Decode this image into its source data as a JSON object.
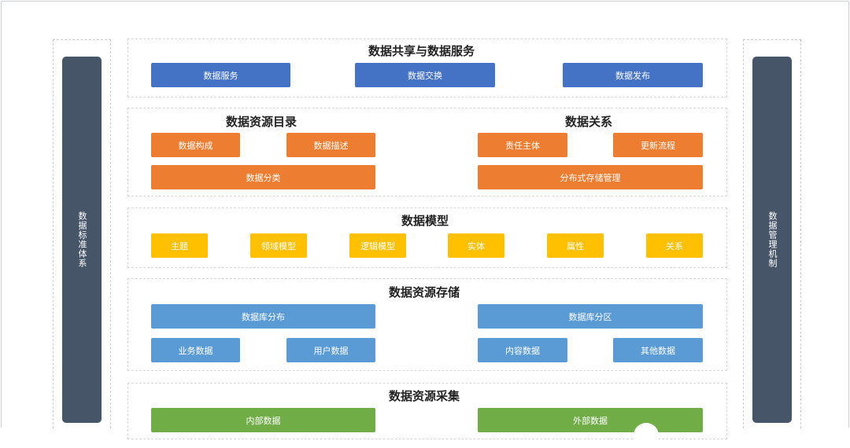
{
  "left_bar": {
    "label": "数据标准体系"
  },
  "right_bar": {
    "label": "数据管理机制"
  },
  "sharing": {
    "title": "数据共享与数据服务",
    "items": [
      "数据服务",
      "数据交换",
      "数据发布"
    ]
  },
  "catalog": {
    "title_left": "数据资源目录",
    "title_right": "数据关系",
    "items": [
      "数据构成",
      "数据描述",
      "数据分类",
      "责任主体",
      "更新流程",
      "分布式存储管理"
    ]
  },
  "model": {
    "title": "数据模型",
    "items": [
      "主题",
      "领域模型",
      "逻辑模型",
      "实体",
      "属性",
      "关系"
    ]
  },
  "storage": {
    "title": "数据资源存储",
    "items": [
      "数据库分布",
      "数据库分区",
      "业务数据",
      "用户数据",
      "内容数据",
      "其他数据"
    ]
  },
  "collection": {
    "title": "数据资源采集",
    "items": [
      "内部数据",
      "外部数据"
    ]
  },
  "colors": {
    "blue": "#4472c4",
    "orange": "#ed7d31",
    "yellow": "#ffc000",
    "light_blue": "#5b9bd5",
    "green": "#70ad47",
    "side_bar": "#475569"
  }
}
